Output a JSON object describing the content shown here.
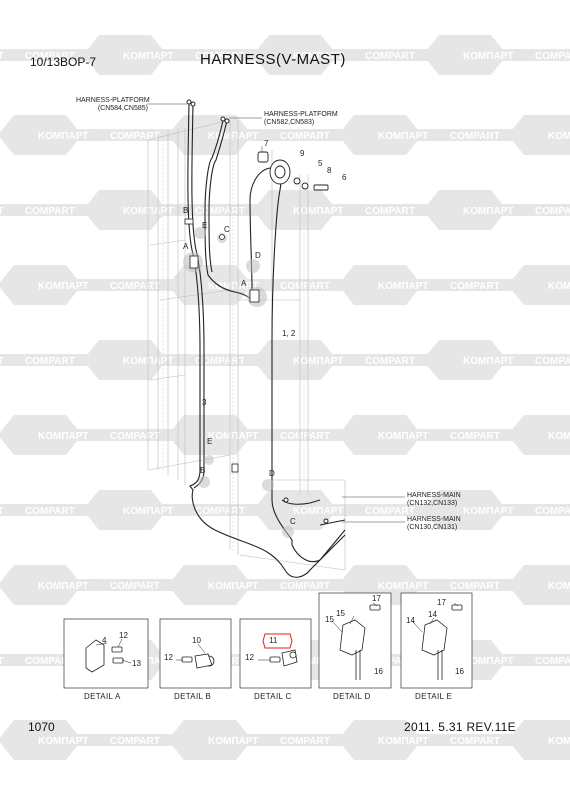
{
  "header": {
    "model_code": "10/13BOP-7",
    "title": "HARNESS(V-MAST)"
  },
  "footer": {
    "page_number": "1070",
    "revision": "2011. 5.31  REV.11E"
  },
  "watermark": {
    "texts": [
      "KOMПAPT",
      "COMPART"
    ],
    "color": "#e6e6e6"
  },
  "callouts": {
    "platform_left": "HARNESS-PLATFORM\n(CN584,CN585)",
    "platform_right": "HARNESS-PLATFORM\n(CN582,CN583)",
    "main_upper": "HARNESS-MAIN\n(CN132,CN133)",
    "main_lower": "HARNESS-MAIN\n(CN130,CN131)"
  },
  "part_numbers": {
    "p7": "7",
    "p9": "9",
    "p5": "5",
    "p8": "8",
    "p6": "6",
    "p12": "1, 2",
    "p3": "3",
    "lA1": "A",
    "lB1": "B",
    "lE1": "E",
    "lC1": "C",
    "lD1": "D",
    "lA2": "A",
    "lE2": "E",
    "lB2": "B",
    "lD2": "D",
    "lC2": "C"
  },
  "details": [
    {
      "label": "DETAIL A",
      "parts": [
        "4",
        "12",
        "13"
      ]
    },
    {
      "label": "DETAIL B",
      "parts": [
        "10",
        "12"
      ]
    },
    {
      "label": "DETAIL C",
      "parts": [
        "11",
        "12"
      ]
    },
    {
      "label": "DETAIL D",
      "parts": [
        "17",
        "15",
        "15",
        "16"
      ]
    },
    {
      "label": "DETAIL E",
      "parts": [
        "17",
        "14",
        "14",
        "16"
      ]
    }
  ]
}
